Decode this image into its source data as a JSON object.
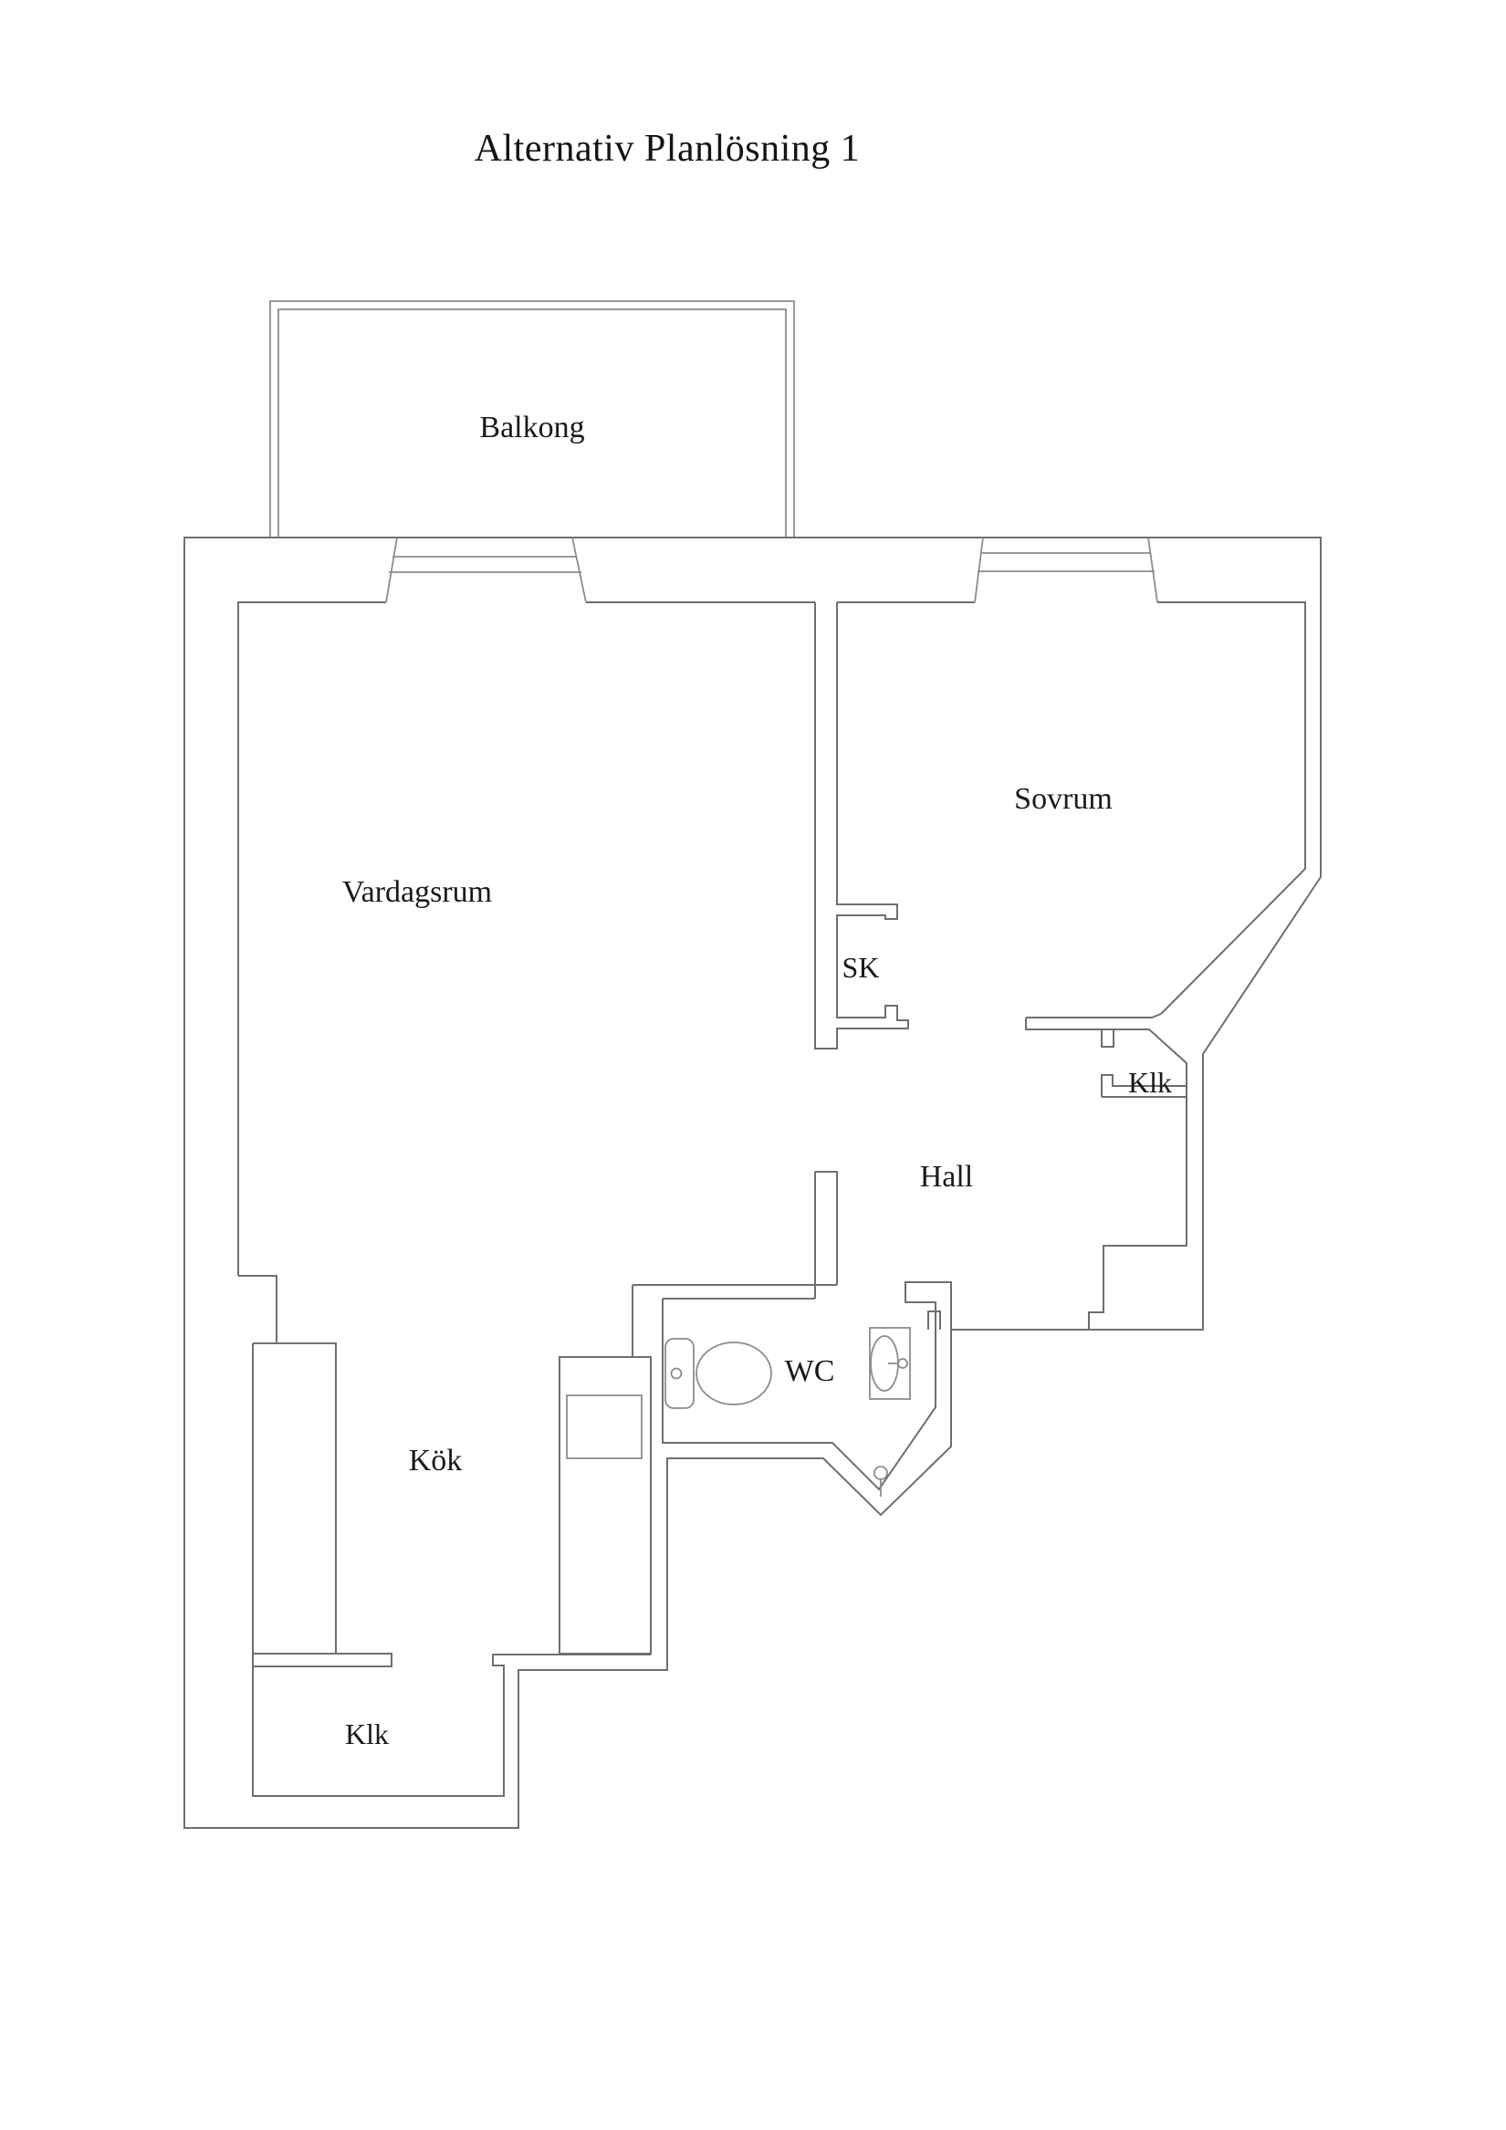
{
  "page": {
    "title": "Alternativ Planlösning 1"
  },
  "floor_plan": {
    "background": "#ffffff",
    "wall_color": "#6f6f6f",
    "text_color": "#1a1a1a",
    "rooms": [
      {
        "id": "balkong",
        "label": "Balkong"
      },
      {
        "id": "vardagsrum",
        "label": "Vardagsrum"
      },
      {
        "id": "sovrum",
        "label": "Sovrum"
      },
      {
        "id": "sk",
        "label": "SK"
      },
      {
        "id": "klk_right",
        "label": "Klk"
      },
      {
        "id": "hall",
        "label": "Hall"
      },
      {
        "id": "wc",
        "label": "WC"
      },
      {
        "id": "kok",
        "label": "Kök"
      },
      {
        "id": "klk_bottom",
        "label": "Klk"
      }
    ]
  }
}
